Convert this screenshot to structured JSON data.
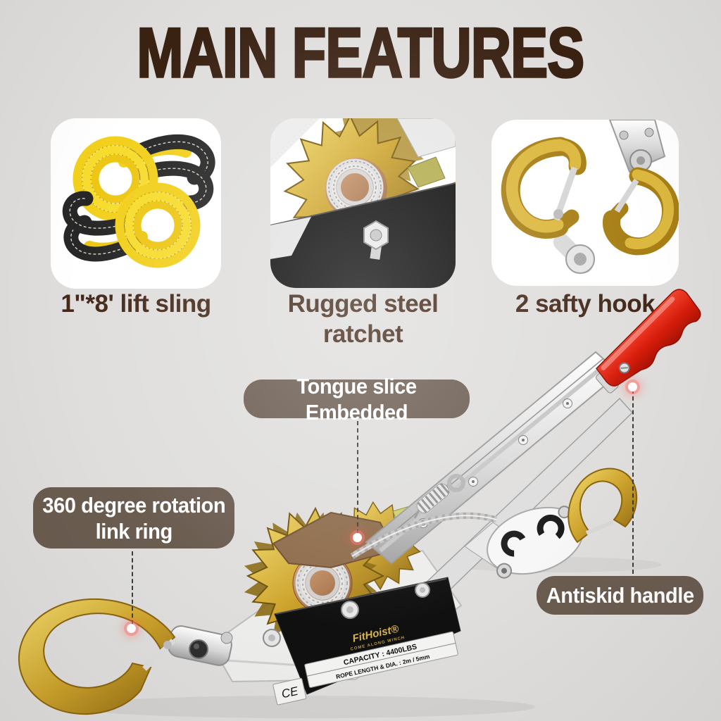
{
  "title": "MAIN FEATURES",
  "features": [
    {
      "caption": "1\"*8' lift sling"
    },
    {
      "caption": "Rugged steel\nratchet"
    },
    {
      "caption": "2 safty hook"
    }
  ],
  "callouts": [
    {
      "label": "Tongue slice Embedded"
    },
    {
      "label": "360 degree rotation\nlink ring"
    },
    {
      "label": "Antiskid handle"
    }
  ],
  "product_plate": {
    "brand": "FitHoist®",
    "brand_sub": "COME ALONG WINCH",
    "capacity": "CAPACITY : 4400LBS",
    "rope_spec": "ROPE LENGTH & DIA. : 2m / 5mm",
    "ce_mark": "CE"
  },
  "colors": {
    "background": "#dfdedc",
    "title_brown": "#3a2213",
    "caption_brown": "#44291a",
    "pill_brown": "#6b5c50",
    "pill_text": "#ffffff",
    "strap_yellow": "#f2d01d",
    "hook_gold": "#c99b28",
    "handle_red": "#d92112",
    "dash_line": "#3c3c3c"
  }
}
